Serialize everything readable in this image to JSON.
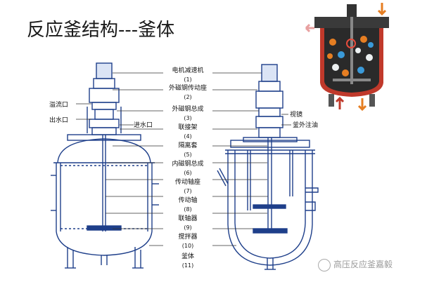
{
  "title": "反应釜结构---釜体",
  "left_labels": {
    "reflux_port": "溢流口",
    "water_outlet": "出水口",
    "water_inlet": "进水口"
  },
  "right_labels": {
    "mirror": "视镜",
    "jacket_oil": "釜外注油"
  },
  "parts": [
    {
      "name": "电机减速机",
      "num": "(1)"
    },
    {
      "name": "外磁钢传动座",
      "num": "(2)"
    },
    {
      "name": "外磁钢总成",
      "num": "(3)"
    },
    {
      "name": "联接架",
      "num": "(4)"
    },
    {
      "name": "隔离套",
      "num": "(5)"
    },
    {
      "name": "内磁钢总成",
      "num": "(6)"
    },
    {
      "name": "传动轴座",
      "num": "(7)"
    },
    {
      "name": "传动轴",
      "num": "(8)"
    },
    {
      "name": "联轴器",
      "num": "(9)"
    },
    {
      "name": "搅拌器",
      "num": "(10)"
    },
    {
      "name": "釜体",
      "num": "(11)"
    }
  ],
  "watermark": "高压反应釜嘉毅",
  "colors": {
    "line": "#1e3f8a",
    "text": "#111111",
    "inset_body": "#2a2a2a",
    "arrow_red": "#c0392b",
    "arrow_orange": "#e67e22"
  }
}
